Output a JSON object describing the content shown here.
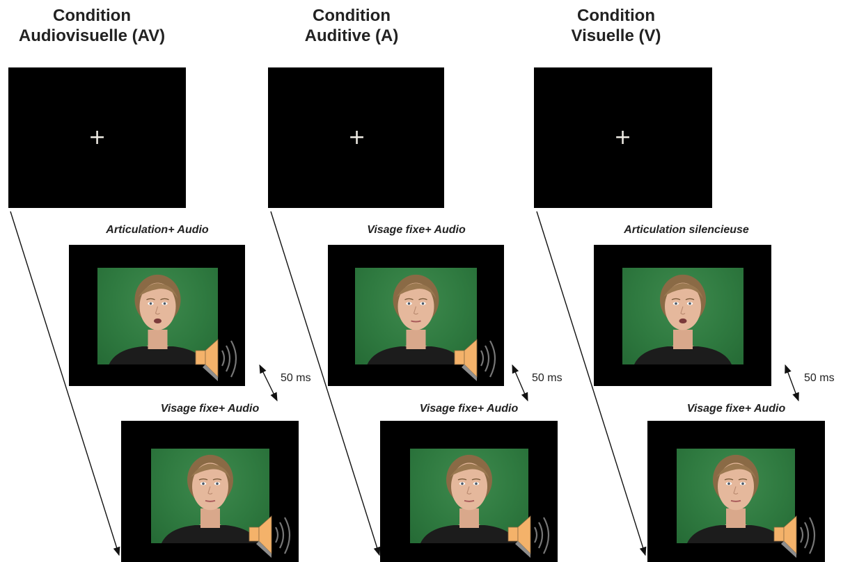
{
  "columns": [
    {
      "title_line1": "Condition",
      "title_line2": "Audiovisuelle (AV)",
      "first_label": "Articulation+ Audio",
      "second_label": "Visage fixe+ Audio",
      "delay": "50 ms",
      "first_has_audio": true
    },
    {
      "title_line1": "Condition",
      "title_line2": "Auditive (A)",
      "first_label": "Visage fixe+ Audio",
      "second_label": "Visage fixe+ Audio",
      "delay": "50 ms",
      "first_has_audio": true
    },
    {
      "title_line1": "Condition",
      "title_line2": "Visuelle (V)",
      "first_label": "Articulation silencieuse",
      "second_label": "Visage fixe+ Audio",
      "delay": "50 ms",
      "first_has_audio": false
    }
  ],
  "fixation_symbol": "+",
  "colors": {
    "screen": "#000000",
    "video_background": "#2f7a40",
    "speaker": "#f4b26a",
    "fixation": "#f0ede6"
  },
  "icons": {
    "audio": "speaker-icon",
    "fixation": "plus-icon"
  }
}
